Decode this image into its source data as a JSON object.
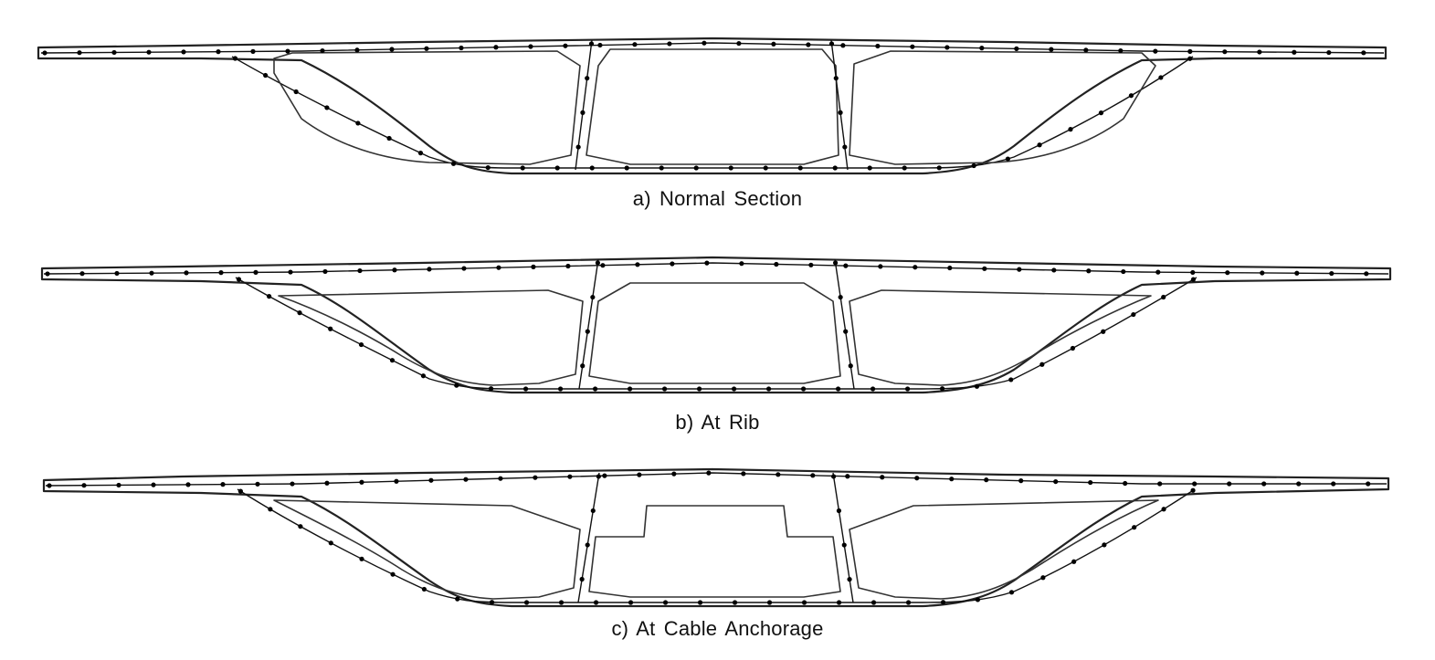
{
  "figure": {
    "panels": [
      {
        "id": "a",
        "caption": "a) Normal Section",
        "variant": "normal"
      },
      {
        "id": "b",
        "caption": "b) At Rib",
        "variant": "rib"
      },
      {
        "id": "c",
        "caption": "c) At Cable Anchorage",
        "variant": "anchorage"
      }
    ],
    "colors": {
      "line": "#222222",
      "rebar_dot": "#000000",
      "background": "#ffffff"
    }
  }
}
